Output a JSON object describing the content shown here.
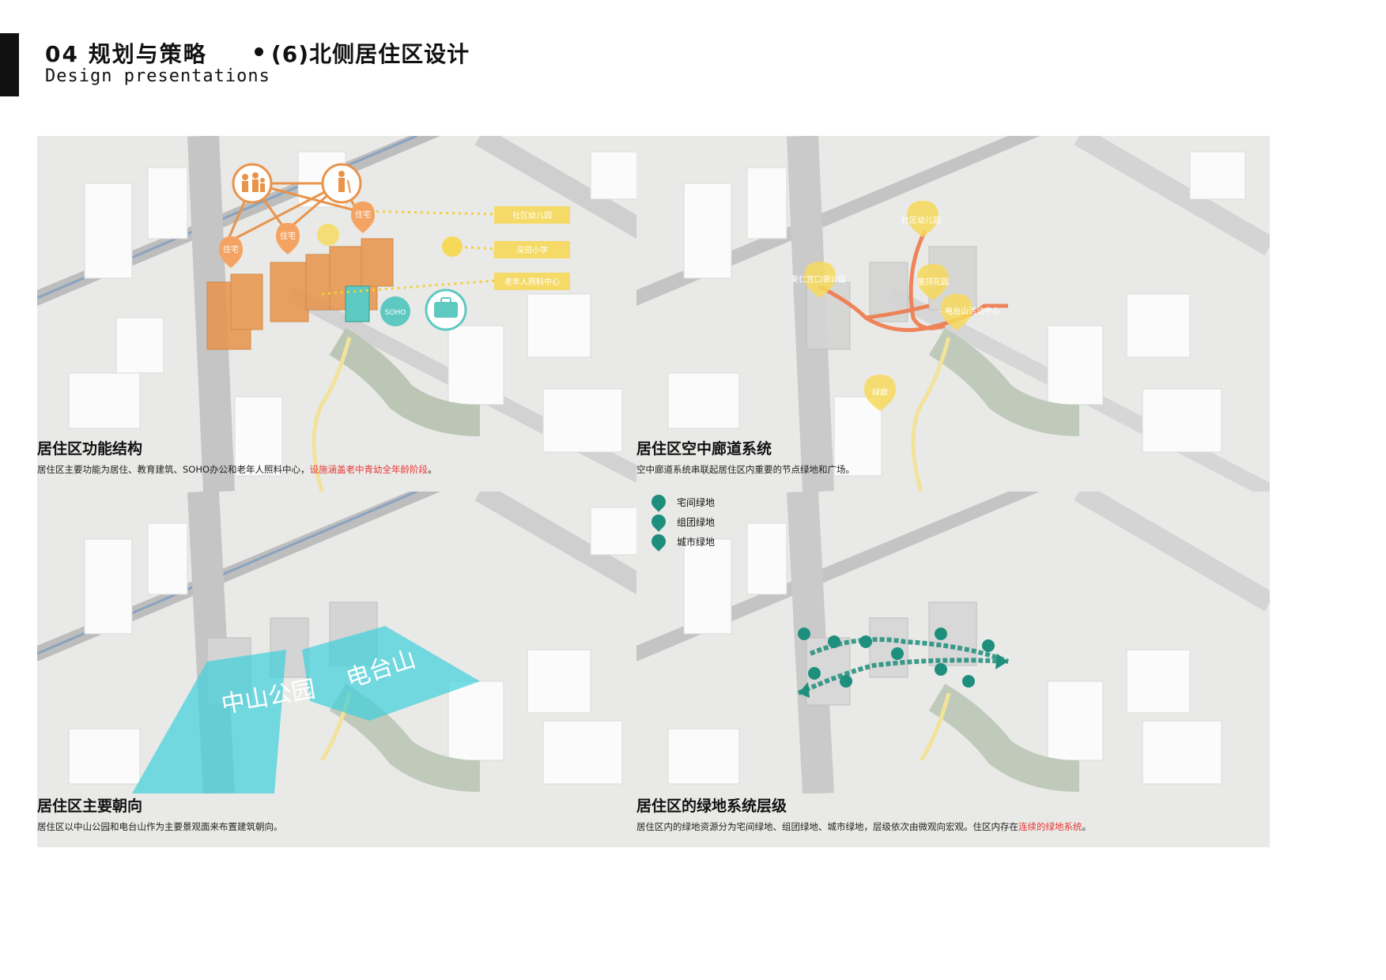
{
  "header": {
    "title": "04 规划与策略",
    "subtitle": "Design presentations",
    "section": "(6)北侧居住区设计"
  },
  "panels": [
    {
      "title": "居住区功能结构",
      "text": "居住区主要功能为居住、教育建筑、SOHO办公和老年人照料中心，",
      "text_highlight": "设施涵盖老中青幼全年龄阶段",
      "text_end": "。",
      "labels": {
        "housing": "住宅",
        "kindergarten": "社区幼儿园",
        "school": "深田小学",
        "elderly": "老年人照料中心",
        "soho": "SOHO"
      }
    },
    {
      "title": "居住区空中廊道系统",
      "text": "空中廊道系统串联起居住区内重要的节点绿地和广场。",
      "labels": {
        "kindergarten": "社区幼儿园",
        "park": "美仁宫口袋公园",
        "roof": "屋顶花园",
        "activity": "电台山活动中心",
        "corridor": "绿廊"
      }
    },
    {
      "title": "居住区主要朝向",
      "text": "居住区以中山公园和电台山作为主要景观面来布置建筑朝向。",
      "labels": {
        "zhongshan": "中山公园",
        "diantai": "电台山"
      }
    },
    {
      "title": "居住区的绿地系统层级",
      "text": "居住区内的绿地资源分为宅间绿地、组团绿地、城市绿地，层级依次由微观向宏观。住区内存在",
      "text_highlight": "连续的绿地系统",
      "text_end": "。",
      "legend": [
        "宅间绿地",
        "组团绿地",
        "城市绿地"
      ]
    }
  ],
  "colors": {
    "orange": "#e8944a",
    "yellow": "#f7d95a",
    "teal": "#5ec9c0",
    "cyan": "#3fd0dc",
    "green": "#1e8f7c",
    "red": "#e53935"
  }
}
